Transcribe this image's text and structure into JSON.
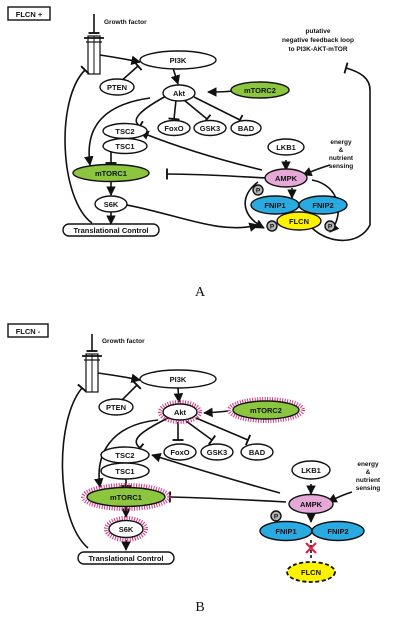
{
  "panelA": {
    "letter": "A",
    "badge": "FLCN +",
    "growth_factor": "Growth factor",
    "feedback": [
      "putative",
      "negative feedback loop",
      "to PI3K-AKT-mTOR"
    ],
    "energy": [
      "energy",
      "&",
      "nutrient",
      "sensing"
    ],
    "nodes": {
      "pi3k": "PI3K",
      "pten": "PTEN",
      "akt": "Akt",
      "mtorc2": "mTORC2",
      "tsc2": "TSC2",
      "tsc1": "TSC1",
      "foxo": "FoxO",
      "gsk3": "GSK3",
      "bad": "BAD",
      "lkb1": "LKB1",
      "mtorc1": "mTORC1",
      "ampk": "AMPK",
      "s6k": "S6K",
      "fnip1": "FNIP1",
      "fnip2": "FNIP2",
      "flcn": "FLCN",
      "translational": "Translational Control",
      "p": "P"
    }
  },
  "panelB": {
    "letter": "B",
    "badge": "FLCN -",
    "growth_factor": "Growth factor",
    "energy": [
      "energy",
      "&",
      "nutrient",
      "sensing"
    ],
    "nodes": {
      "pi3k": "PI3K",
      "pten": "PTEN",
      "akt": "Akt",
      "mtorc2": "mTORC2",
      "tsc2": "TSC2",
      "tsc1": "TSC1",
      "foxo": "FoxO",
      "gsk3": "GSK3",
      "bad": "BAD",
      "lkb1": "LKB1",
      "mtorc1": "mTORC1",
      "ampk": "AMPK",
      "s6k": "S6K",
      "fnip1": "FNIP1",
      "fnip2": "FNIP2",
      "flcn": "FLCN",
      "translational": "Translational Control",
      "p": "P"
    }
  },
  "colors": {
    "mtorc": "#8cc63f",
    "ampk": "#e6a8d7",
    "fnip": "#29abe2",
    "flcn": "#fff200",
    "p_circle": "#b3b3b3",
    "spikes": "#d63384"
  }
}
